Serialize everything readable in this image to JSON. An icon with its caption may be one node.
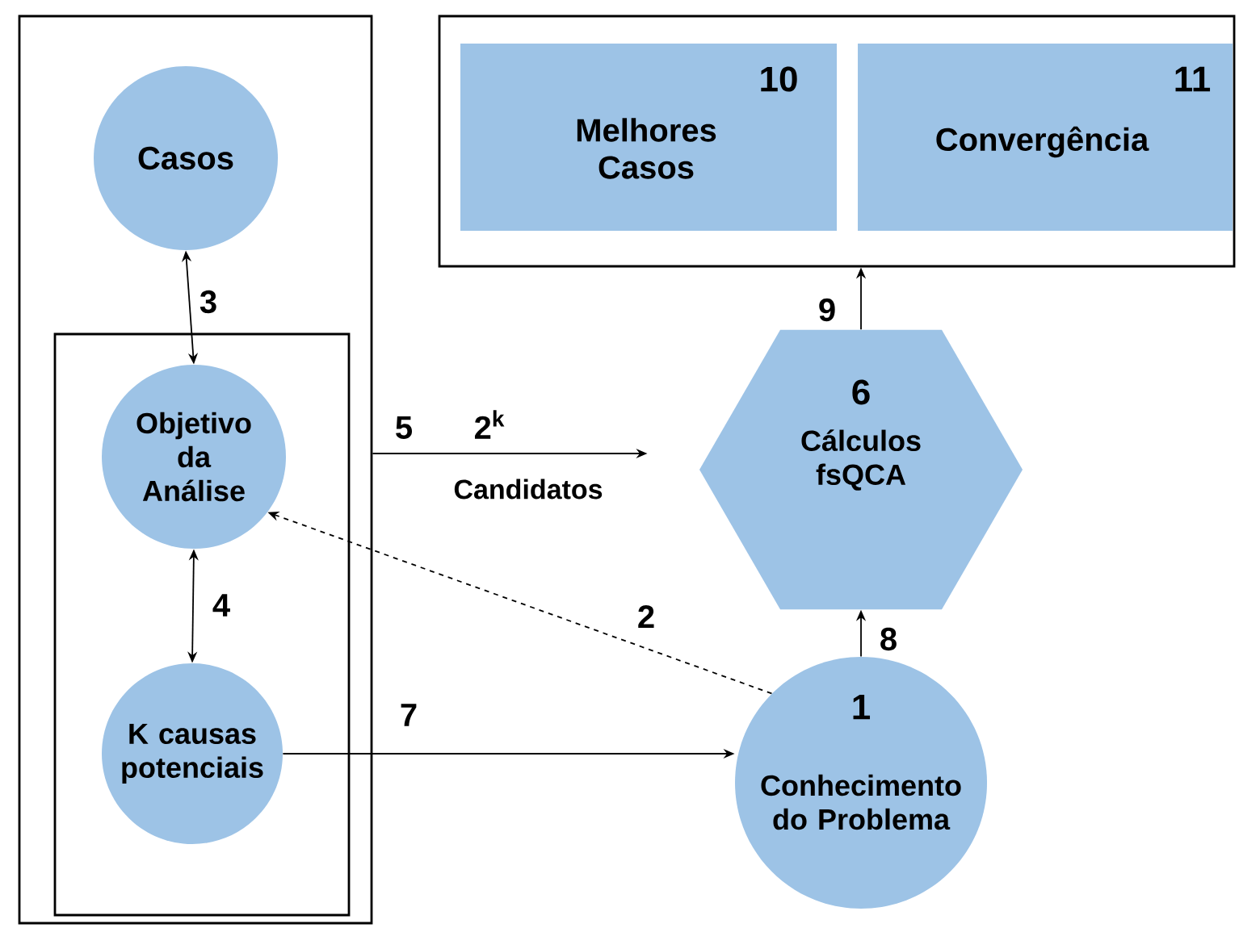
{
  "diagram": {
    "nodes": [
      {
        "text": [],
        "shape": "box"
      },
      {
        "text": [
          "Casos"
        ],
        "in": 0
      },
      {
        "text": [],
        "shape": "box",
        "in": 0
      },
      {
        "text": [
          "Objetivo da Análise"
        ],
        "in": 2
      },
      {
        "text": [
          "K causas potenciais"
        ],
        "in": 2
      },
      {
        "text": [],
        "shape": "box"
      },
      {
        "text": [
          "10",
          "Melhores Casos"
        ],
        "in": 5
      },
      {
        "text": [
          "11",
          "Convergência"
        ],
        "in": 5
      },
      {
        "text": [
          "6",
          "Cálculos fsQCA"
        ]
      },
      {
        "text": [
          "1",
          "Conhecimento do Problema"
        ]
      }
    ],
    "edges": [
      {
        "from": 1,
        "to": 3,
        "arrow": "both",
        "label": "3"
      },
      {
        "from": 3,
        "to": 4,
        "arrow": "both",
        "label": "4"
      },
      {
        "from": 0,
        "to": 8,
        "arrow": "to",
        "label": "5"
      },
      {
        "from": 9,
        "to": 3,
        "arrow": "to",
        "label": "2",
        "style": "dashed"
      },
      {
        "from": 4,
        "to": 9,
        "arrow": "to",
        "label": "7"
      },
      {
        "from": 9,
        "to": 8,
        "arrow": "to",
        "label": "8"
      },
      {
        "from": 8,
        "to": 5,
        "arrow": "to",
        "label": "9"
      }
    ],
    "labels": [
      "2$^{k}$",
      "Candidatos"
    ]
  }
}
